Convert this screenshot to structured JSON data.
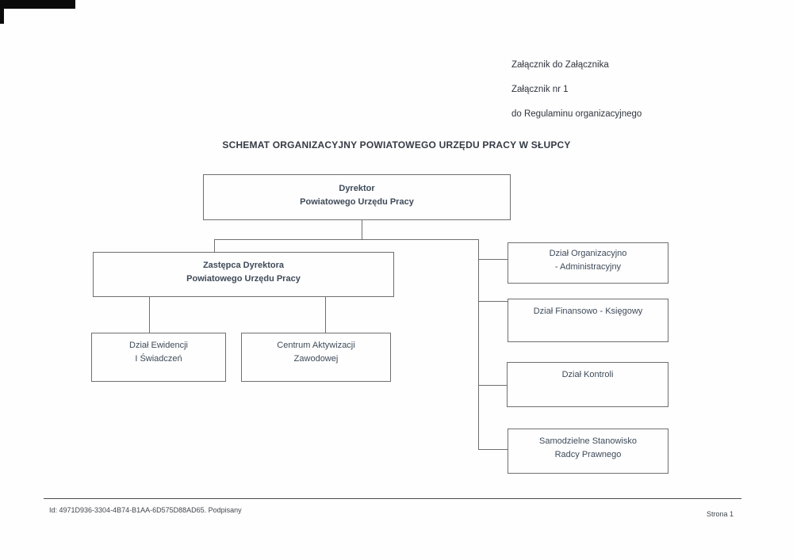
{
  "page": {
    "attachment_note": {
      "lines": [
        "Załącznik do Załącznika",
        "Załącznik nr 1",
        "do Regulaminu organizacyjnego"
      ]
    },
    "title": "SCHEMAT ORGANIZACYJNY POWIATOWEGO URZĘDU PRACY W SŁUPCY",
    "footer": {
      "document_id": "Id: 4971D936-3304-4B74-B1AA-6D575D88AD65. Podpisany",
      "page_number": "Strona 1"
    }
  },
  "chart": {
    "type": "org-chart",
    "nodes": [
      {
        "id": "dyrektor",
        "lines": [
          "Dyrektor",
          "Powiatowego Urzędu Pracy"
        ],
        "reports_to": null
      },
      {
        "id": "zastepca-dyrektora",
        "lines": [
          "Zastępca Dyrektora",
          "Powiatowego Urzędu Pracy"
        ],
        "reports_to": "dyrektor"
      },
      {
        "id": "dzial-ewidencji",
        "lines": [
          "Dział Ewidencji",
          "I Świadczeń"
        ],
        "reports_to": "zastepca-dyrektora"
      },
      {
        "id": "centrum-aktywizacji",
        "lines": [
          "Centrum Aktywizacji",
          "Zawodowej"
        ],
        "reports_to": "zastepca-dyrektora"
      },
      {
        "id": "dzial-organizacyjno-administracyjny",
        "lines": [
          "Dział Organizacyjno",
          "- Administracyjny"
        ],
        "reports_to": "dyrektor"
      },
      {
        "id": "dzial-finansowo-ksiegowy",
        "lines": [
          "Dział Finansowo - Księgowy"
        ],
        "reports_to": "dyrektor"
      },
      {
        "id": "dzial-kontroli",
        "lines": [
          "Dział Kontroli"
        ],
        "reports_to": "dyrektor"
      },
      {
        "id": "samodzielne-stanowisko-radcy-prawnego",
        "lines": [
          "Samodzielne Stanowisko",
          "Radcy Prawnego"
        ],
        "reports_to": "dyrektor"
      }
    ]
  },
  "colors": {
    "box_border": "#6f6f6f",
    "box_text": "#3e4a59",
    "title_text": "#343b44",
    "footer_text": "#41474d",
    "connector": "#6f6f6f",
    "scan_artifact": "#0b0b0b"
  }
}
